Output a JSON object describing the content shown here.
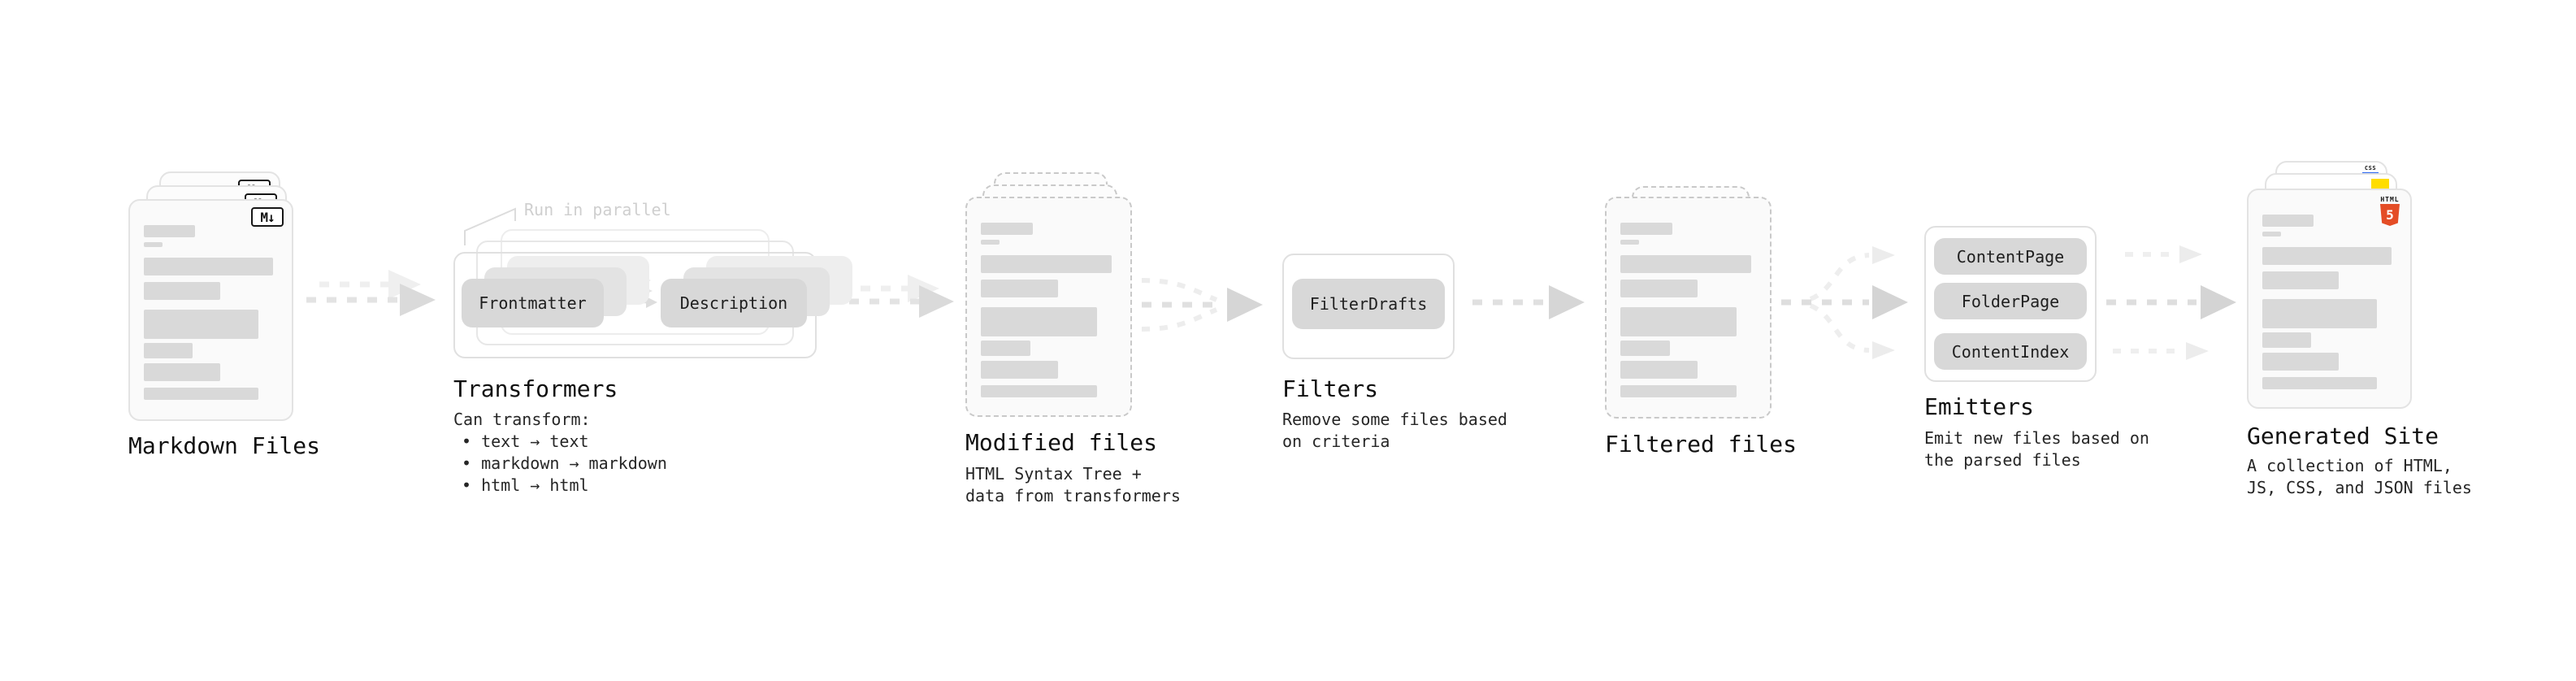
{
  "stages": [
    {
      "id": "markdown-files",
      "label": "Markdown Files"
    },
    {
      "id": "transformers",
      "label": "Transformers",
      "note": "Run in parallel",
      "pills": [
        "Frontmatter",
        "Description"
      ],
      "sublines": [
        "Can transform:",
        "• text → text",
        "• markdown → markdown",
        "• html → html"
      ]
    },
    {
      "id": "modified-files",
      "label": "Modified files",
      "sublines": [
        "HTML Syntax Tree +",
        "data from transformers"
      ]
    },
    {
      "id": "filters",
      "label": "Filters",
      "pills": [
        "FilterDrafts"
      ],
      "sublines": [
        "Remove some files based",
        "on criteria"
      ]
    },
    {
      "id": "filtered-files",
      "label": "Filtered files"
    },
    {
      "id": "emitters",
      "label": "Emitters",
      "pills": [
        "ContentPage",
        "FolderPage",
        "ContentIndex"
      ],
      "sublines": [
        "Emit new files based on",
        "the parsed files"
      ]
    },
    {
      "id": "generated-site",
      "label": "Generated Site",
      "sublines": [
        "A collection of HTML,",
        "JS, CSS, and JSON files"
      ]
    }
  ],
  "icons": {
    "markdown_badge": "M↓",
    "html5_label": "HTML",
    "html5_numeral": "5",
    "css_label": "CSS"
  },
  "colors": {
    "html5_orange": "#e44d26",
    "js_yellow": "#ffdd00",
    "css_blue": "#2965f1",
    "pill_gray": "#d8d8d8",
    "arrow_gray": "#dedede"
  }
}
